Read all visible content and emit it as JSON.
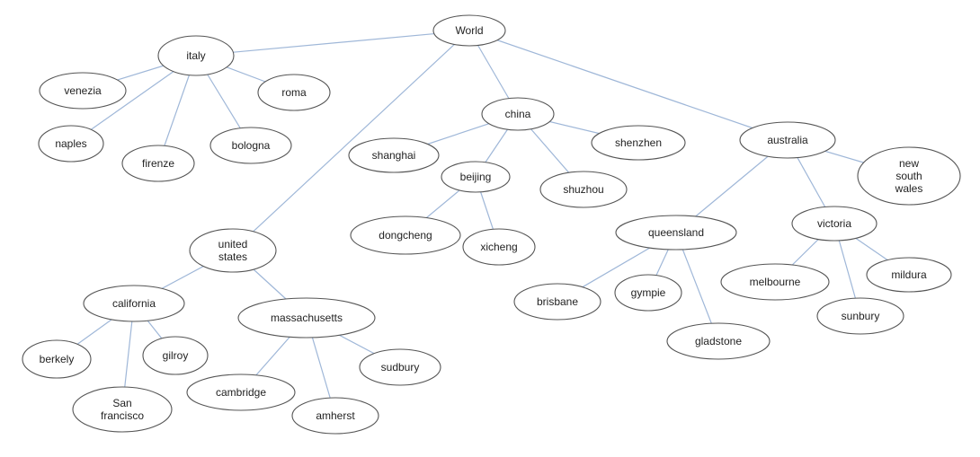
{
  "diagram": {
    "nodes": [
      {
        "id": "world",
        "lines": [
          "World"
        ]
      },
      {
        "id": "italy",
        "lines": [
          "italy"
        ]
      },
      {
        "id": "venezia",
        "lines": [
          "venezia"
        ]
      },
      {
        "id": "roma",
        "lines": [
          "roma"
        ]
      },
      {
        "id": "naples",
        "lines": [
          "naples"
        ]
      },
      {
        "id": "firenze",
        "lines": [
          "firenze"
        ]
      },
      {
        "id": "bologna",
        "lines": [
          "bologna"
        ]
      },
      {
        "id": "china",
        "lines": [
          "china"
        ]
      },
      {
        "id": "shanghai",
        "lines": [
          "shanghai"
        ]
      },
      {
        "id": "shenzhen",
        "lines": [
          "shenzhen"
        ]
      },
      {
        "id": "beijing",
        "lines": [
          "beijing"
        ]
      },
      {
        "id": "shuzhou",
        "lines": [
          "shuzhou"
        ]
      },
      {
        "id": "dongcheng",
        "lines": [
          "dongcheng"
        ]
      },
      {
        "id": "xicheng",
        "lines": [
          "xicheng"
        ]
      },
      {
        "id": "australia",
        "lines": [
          "australia"
        ]
      },
      {
        "id": "new-south-wales",
        "lines": [
          "new",
          "south",
          "wales"
        ]
      },
      {
        "id": "queensland",
        "lines": [
          "queensland"
        ]
      },
      {
        "id": "victoria",
        "lines": [
          "victoria"
        ]
      },
      {
        "id": "brisbane",
        "lines": [
          "brisbane"
        ]
      },
      {
        "id": "gympie",
        "lines": [
          "gympie"
        ]
      },
      {
        "id": "gladstone",
        "lines": [
          "gladstone"
        ]
      },
      {
        "id": "melbourne",
        "lines": [
          "melbourne"
        ]
      },
      {
        "id": "mildura",
        "lines": [
          "mildura"
        ]
      },
      {
        "id": "sunbury",
        "lines": [
          "sunbury"
        ]
      },
      {
        "id": "united-states",
        "lines": [
          "united",
          "states"
        ]
      },
      {
        "id": "california",
        "lines": [
          "california"
        ]
      },
      {
        "id": "massachusetts",
        "lines": [
          "massachusetts"
        ]
      },
      {
        "id": "berkely",
        "lines": [
          "berkely"
        ]
      },
      {
        "id": "gilroy",
        "lines": [
          "gilroy"
        ]
      },
      {
        "id": "san-francisco",
        "lines": [
          "San",
          "francisco"
        ]
      },
      {
        "id": "cambridge",
        "lines": [
          "cambridge"
        ]
      },
      {
        "id": "amherst",
        "lines": [
          "amherst"
        ]
      },
      {
        "id": "sudbury",
        "lines": [
          "sudbury"
        ]
      }
    ],
    "edges": [
      [
        "world",
        "italy"
      ],
      [
        "world",
        "china"
      ],
      [
        "world",
        "australia"
      ],
      [
        "world",
        "united-states"
      ],
      [
        "italy",
        "venezia"
      ],
      [
        "italy",
        "roma"
      ],
      [
        "italy",
        "naples"
      ],
      [
        "italy",
        "firenze"
      ],
      [
        "italy",
        "bologna"
      ],
      [
        "china",
        "shanghai"
      ],
      [
        "china",
        "shenzhen"
      ],
      [
        "china",
        "beijing"
      ],
      [
        "china",
        "shuzhou"
      ],
      [
        "beijing",
        "dongcheng"
      ],
      [
        "beijing",
        "xicheng"
      ],
      [
        "australia",
        "new-south-wales"
      ],
      [
        "australia",
        "queensland"
      ],
      [
        "australia",
        "victoria"
      ],
      [
        "queensland",
        "brisbane"
      ],
      [
        "queensland",
        "gympie"
      ],
      [
        "queensland",
        "gladstone"
      ],
      [
        "victoria",
        "melbourne"
      ],
      [
        "victoria",
        "mildura"
      ],
      [
        "victoria",
        "sunbury"
      ],
      [
        "united-states",
        "california"
      ],
      [
        "united-states",
        "massachusetts"
      ],
      [
        "california",
        "berkely"
      ],
      [
        "california",
        "gilroy"
      ],
      [
        "california",
        "san-francisco"
      ],
      [
        "massachusetts",
        "cambridge"
      ],
      [
        "massachusetts",
        "amherst"
      ],
      [
        "massachusetts",
        "sudbury"
      ]
    ]
  }
}
